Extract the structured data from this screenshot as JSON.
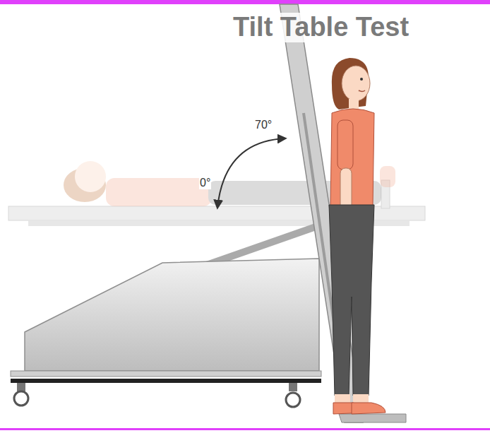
{
  "diagram": {
    "title": "Tilt Table Test",
    "labels": [
      "70°",
      "0°"
    ]
  }
}
